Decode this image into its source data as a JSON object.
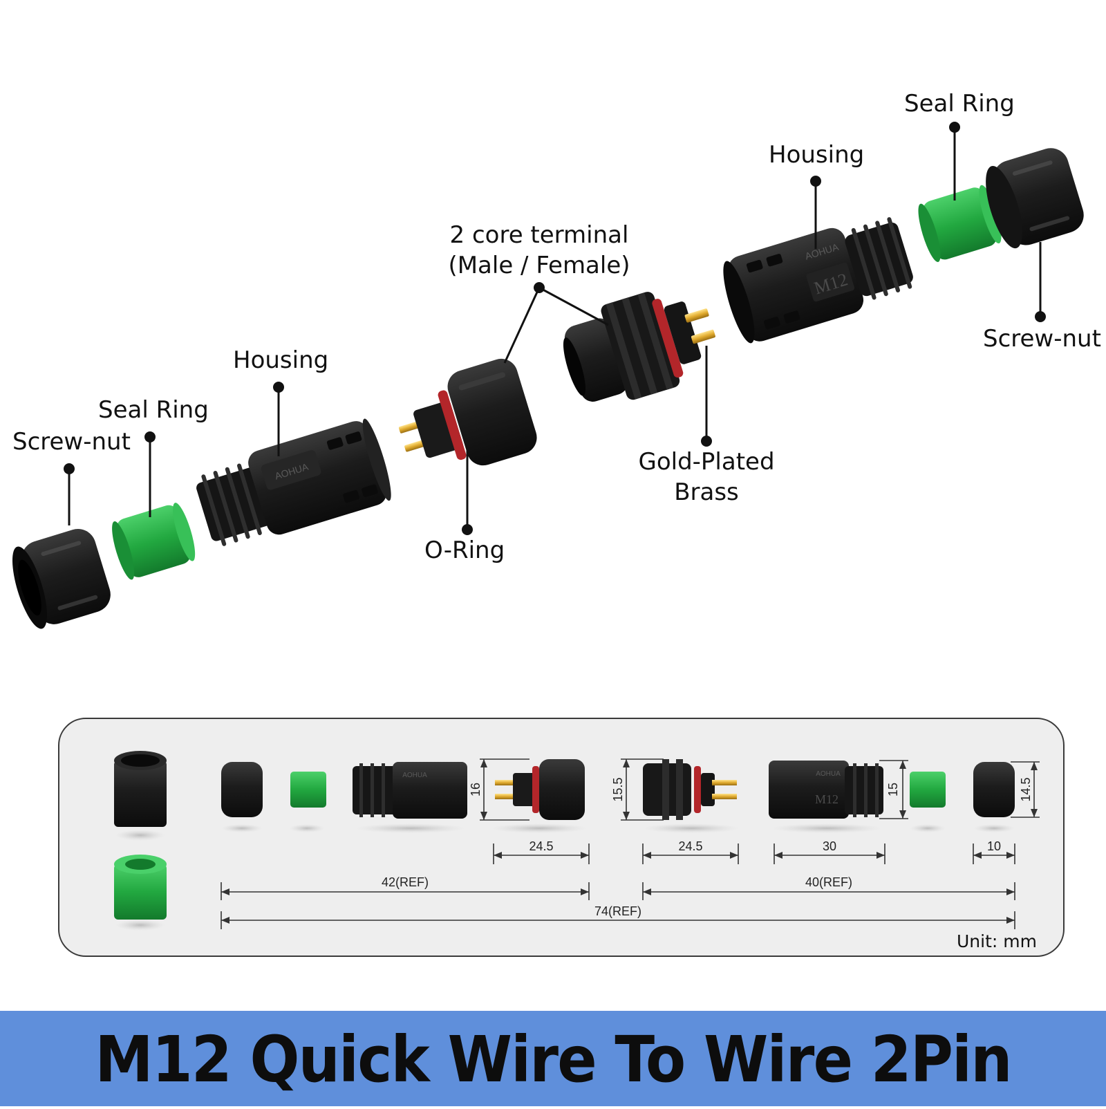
{
  "title": "M12 Quick Wire To Wire 2Pin",
  "callouts": {
    "screw_nut_left": "Screw-nut",
    "seal_ring_left": "Seal Ring",
    "housing_left": "Housing",
    "terminal_line1": "2 core terminal",
    "terminal_line2": "(Male / Female)",
    "o_ring": "O-Ring",
    "gold_line1": "Gold-Plated",
    "gold_line2": "Brass",
    "housing_right": "Housing",
    "seal_ring_right": "Seal Ring",
    "screw_nut_right": "Screw-nut"
  },
  "branding": {
    "logo_text": "AOHUA",
    "model_mark": "M12"
  },
  "dimensions": {
    "male_height": "16",
    "female_height": "15.5",
    "housing_height": "15",
    "nut_height": "14.5",
    "male_terminal_length": "24.5",
    "female_terminal_length": "24.5",
    "housing_length": "30",
    "nut_length": "10",
    "male_total": "42(REF)",
    "female_total": "40(REF)",
    "overall_total": "74(REF)",
    "unit": "Unit: mm"
  },
  "colors": {
    "banner": "#5f8fdb",
    "seal_green": "#27a843",
    "o_ring_red": "#b3262a",
    "gold": "#e2b43a",
    "plastic_black": "#1b1b1b"
  }
}
